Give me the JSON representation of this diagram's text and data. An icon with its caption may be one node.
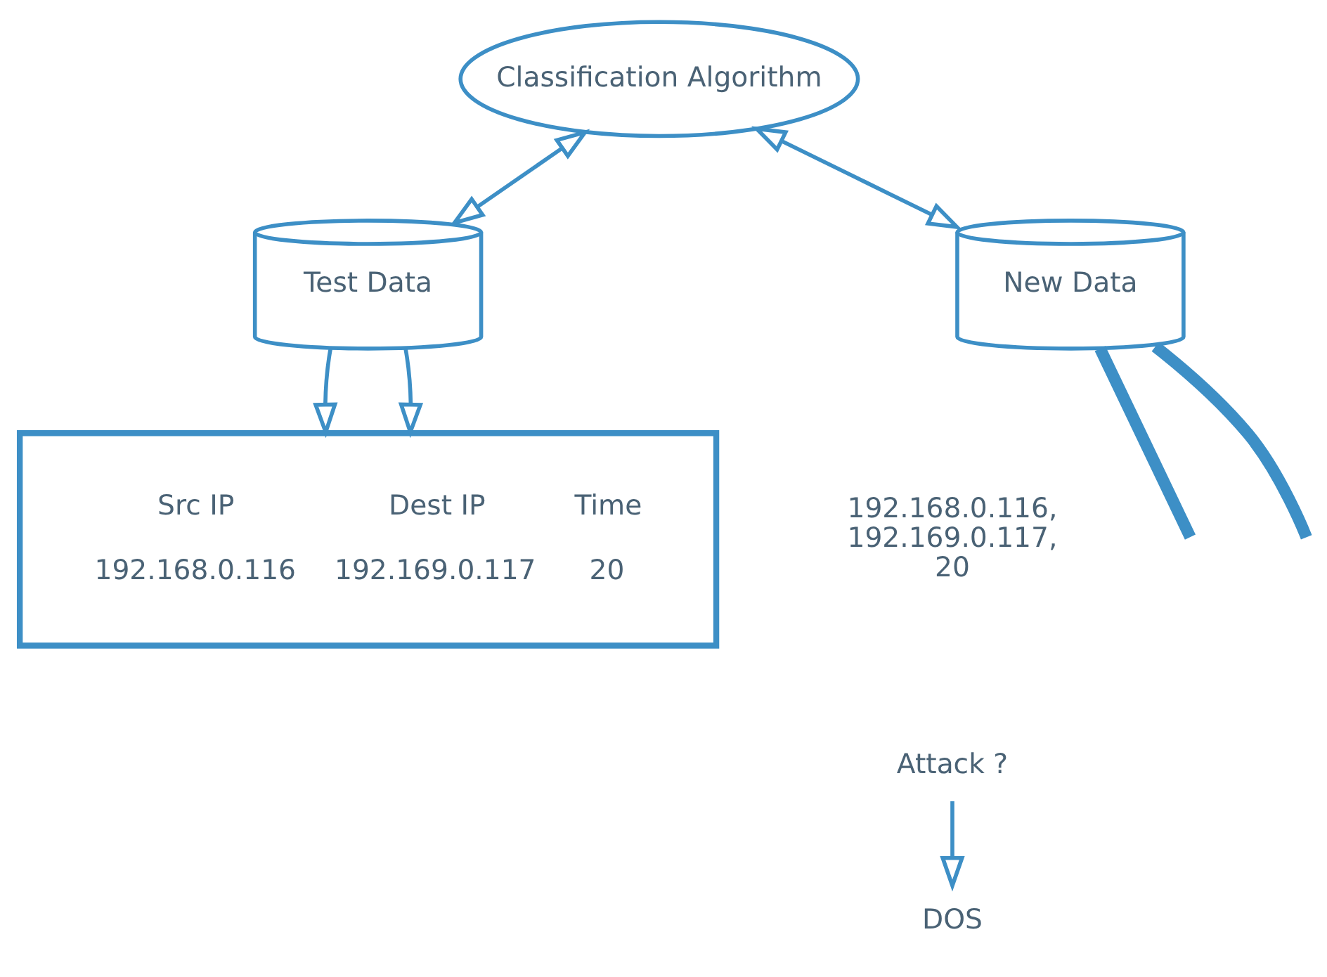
{
  "diagram": {
    "nodes": [
      {
        "text": [
          "Classification Algorithm"
        ]
      },
      {
        "text": [
          "Test Data"
        ]
      },
      {
        "text": [
          "New Data"
        ]
      },
      {
        "text": [
          "Src IP",
          "Dest IP",
          "Time",
          "192.168.0.116",
          "192.169.0.117",
          "20"
        ]
      },
      {
        "text": [
          "192.168.0.116, 192.169.0.117, 20"
        ]
      },
      {
        "text": [
          "Attack ?"
        ]
      },
      {
        "text": [
          "DOS"
        ]
      }
    ],
    "edges": [
      {
        "from": 0,
        "to": 1,
        "arrow": "both"
      },
      {
        "from": 0,
        "to": 2,
        "arrow": "both"
      },
      {
        "from": 1,
        "to": 3,
        "arrow": "to"
      },
      {
        "from": 1,
        "to": 3,
        "arrow": "to"
      },
      {
        "from": 2,
        "to": null,
        "arrow": "none",
        "style": "thick"
      },
      {
        "from": 2,
        "to": null,
        "arrow": "none",
        "style": "thick"
      },
      {
        "from": 5,
        "to": 6,
        "arrow": "to"
      }
    ]
  }
}
